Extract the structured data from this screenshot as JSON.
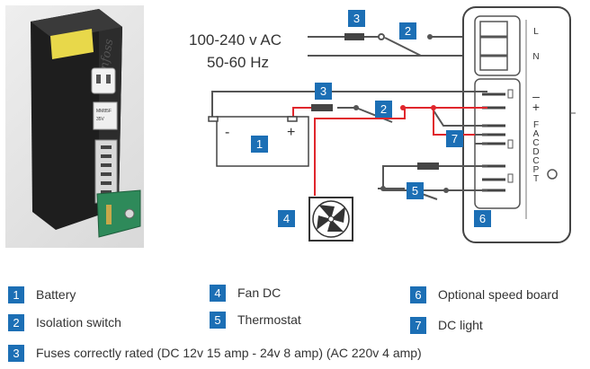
{
  "photo": {
    "brand": "Danfoss",
    "label_line1": "MM85F",
    "label_line2": "35V"
  },
  "diagram": {
    "ac_voltage": "100-240 v AC",
    "ac_frequency": "50-60 Hz",
    "terminal_labels": [
      "L",
      "N",
      "–",
      "+",
      "F",
      "A",
      "C",
      "D",
      "C",
      "P",
      "T"
    ],
    "battery_minus": "-",
    "battery_plus": "+",
    "badges": {
      "battery": "1",
      "isolation_switch_ac": "2",
      "isolation_switch_dc": "2",
      "fuse_ac": "3",
      "fuse_dc": "3",
      "fan": "4",
      "thermostat": "5",
      "speed_board": "6",
      "dc_light": "7"
    }
  },
  "legend": [
    {
      "num": "1",
      "label": "Battery"
    },
    {
      "num": "2",
      "label": "Isolation switch"
    },
    {
      "num": "3",
      "label": "Fuses correctly rated (DC 12v  15 amp - 24v  8 amp) (AC  220v  4 amp)"
    },
    {
      "num": "4",
      "label": "Fan DC"
    },
    {
      "num": "5",
      "label": "Thermostat"
    },
    {
      "num": "6",
      "label": "Optional speed board"
    },
    {
      "num": "7",
      "label": "DC light"
    }
  ],
  "colors": {
    "accent_blue": "#1c6fb5",
    "wire_dark": "#555555",
    "wire_red": "#e0262c",
    "device_black": "#222222",
    "pcb_green": "#2e8a5a"
  }
}
